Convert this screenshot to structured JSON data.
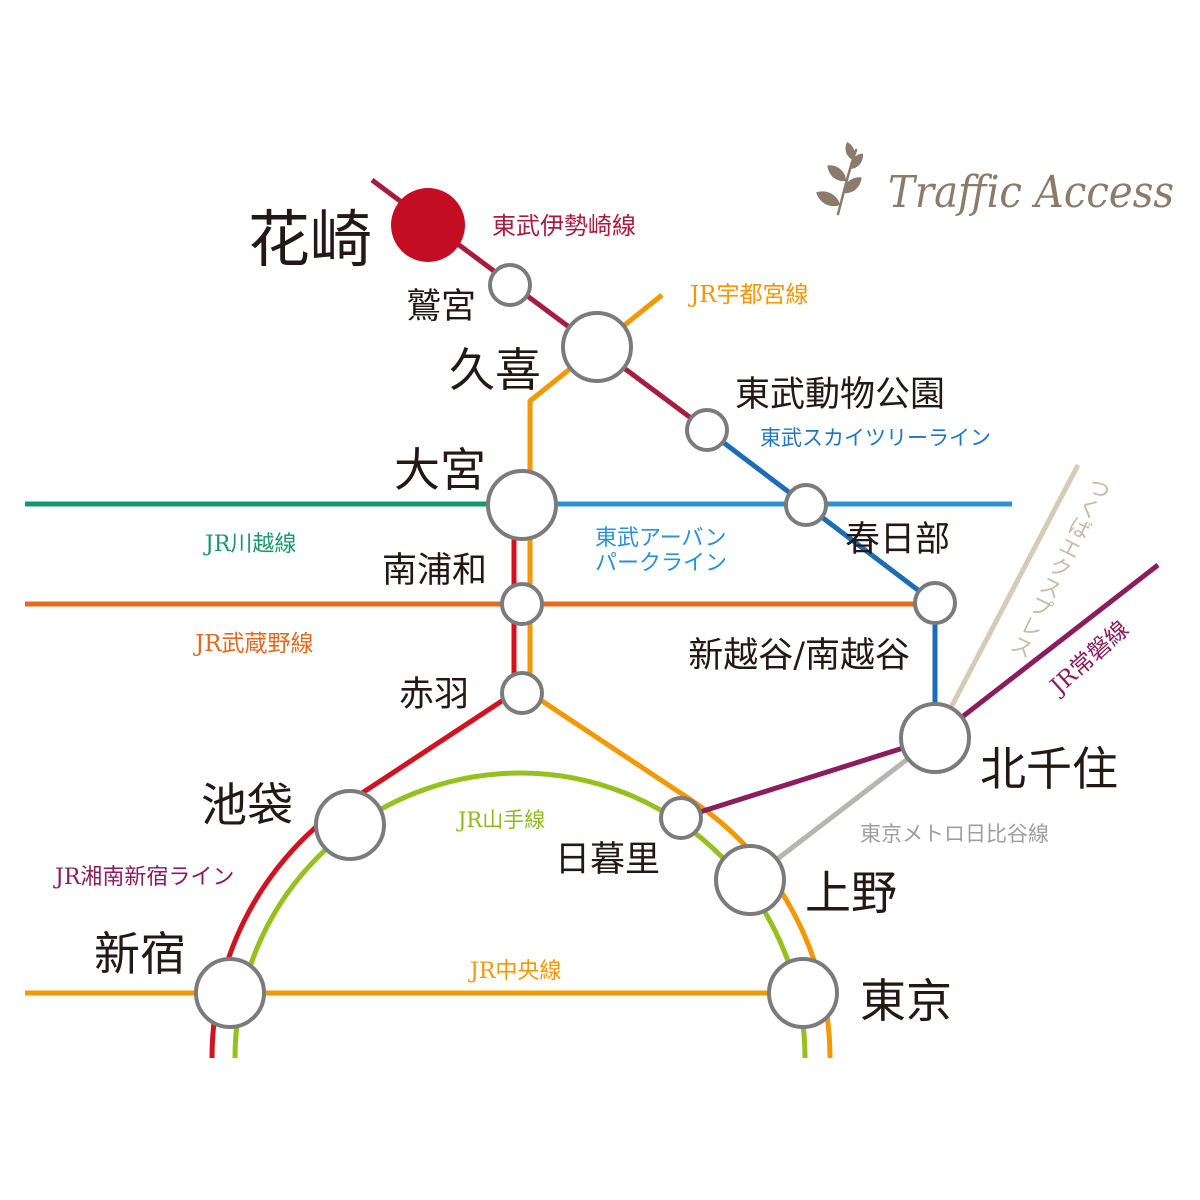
{
  "title": {
    "text": "Traffic Access",
    "icon": "leaf-ornament-icon",
    "color": "#8c7b6b"
  },
  "highlight_color": "#c30d23",
  "station_ring_color": "#7b7b7b",
  "stations": {
    "hanasaki": {
      "name": "花崎"
    },
    "washinomiya": {
      "name": "鷲宮"
    },
    "kuki": {
      "name": "久喜"
    },
    "tobu_dobutsu_koen": {
      "name": "東武動物公園"
    },
    "omiya": {
      "name": "大宮"
    },
    "kasukabe": {
      "name": "春日部"
    },
    "minami_urawa": {
      "name": "南浦和"
    },
    "shin_koshigaya": {
      "name": "新越谷/南越谷"
    },
    "akabane": {
      "name": "赤羽"
    },
    "kita_senju": {
      "name": "北千住"
    },
    "ikebukuro": {
      "name": "池袋"
    },
    "nippori": {
      "name": "日暮里"
    },
    "ueno": {
      "name": "上野"
    },
    "shinjuku": {
      "name": "新宿"
    },
    "tokyo": {
      "name": "東京"
    }
  },
  "lines": {
    "tobu_isesaki": {
      "name": "東武伊勢崎線",
      "color": "#a61d3f",
      "label_color": "#a61d3f"
    },
    "jr_utsunomiya": {
      "name": "JR宇都宮線",
      "color": "#f39800",
      "label_color": "#f39800"
    },
    "tobu_skytree": {
      "name": "東武スカイツリーライン",
      "color": "#1c6db5",
      "label_color": "#1f77c0"
    },
    "jr_kawagoe": {
      "name": "JR川越線",
      "color": "#16996a",
      "label_color": "#16996a"
    },
    "tobu_urban_park": {
      "name_line1": "東武アーバン",
      "name_line2": "パークライン",
      "color": "#2b92d4",
      "label_color": "#2b92d4"
    },
    "jr_musashino": {
      "name": "JR武蔵野線",
      "color": "#e2691d",
      "label_color": "#e2691d"
    },
    "tsukuba_express": {
      "name": "つくばエクスプレス",
      "color": "#d5cbb6",
      "label_color": "#c6bba5"
    },
    "jr_joban": {
      "name": "JR常磐線",
      "color": "#8c1d5c",
      "label_color": "#8c1d5c"
    },
    "jr_yamanote": {
      "name": "JR山手線",
      "color": "#95c11f",
      "label_color": "#8dbb1c"
    },
    "tokyo_metro_hibiya": {
      "name": "東京メトロ日比谷線",
      "color": "#b6b6b0",
      "label_color": "#9e9e9e"
    },
    "jr_shonan_shinjuku": {
      "name": "JR湘南新宿ライン",
      "color": "#d2121f",
      "label_color": "#8c1d5c"
    },
    "jr_chuo": {
      "name": "JR中央線",
      "color": "#f39800",
      "label_color": "#f39800"
    }
  }
}
